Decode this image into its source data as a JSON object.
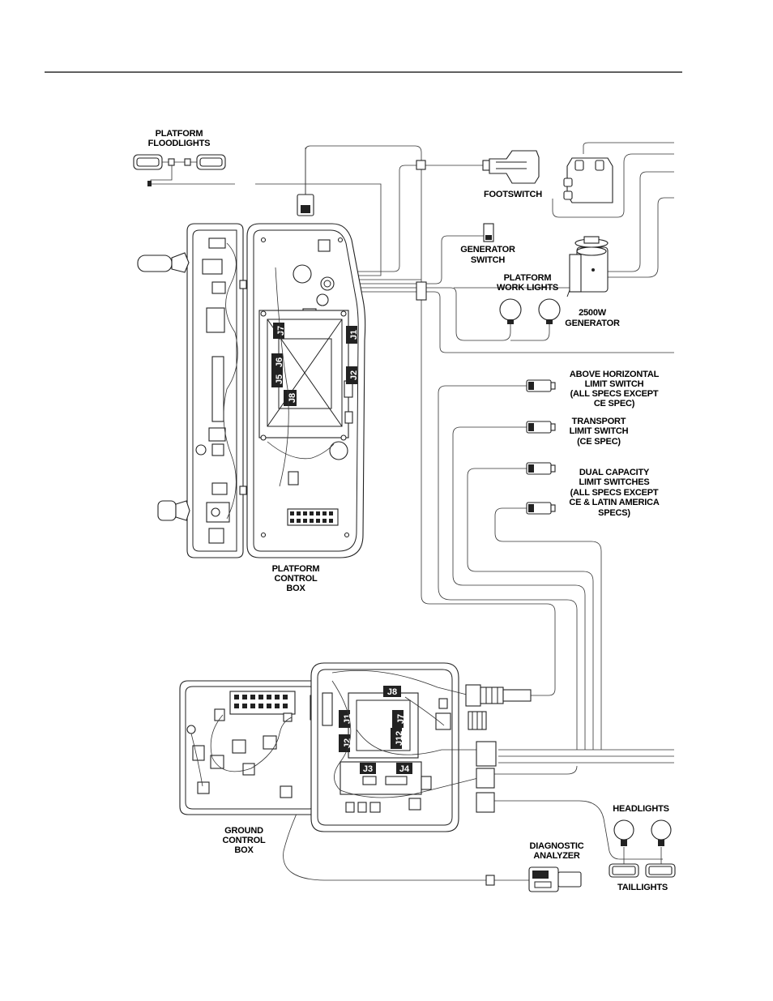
{
  "labels": {
    "platform_floodlights": [
      "PLATFORM",
      "FLOODLIGHTS"
    ],
    "footswitch": [
      "FOOTSWITCH"
    ],
    "generator_switch": [
      "GENERATOR",
      "SWITCH"
    ],
    "platform_work_lights": [
      "PLATFORM",
      "WORK LIGHTS"
    ],
    "generator_2500w": [
      "2500W",
      "GENERATOR"
    ],
    "above_horizontal_limit_switch": [
      "ABOVE HORIZONTAL",
      "LIMIT SWITCH",
      "(ALL SPECS EXCEPT",
      "CE SPEC)"
    ],
    "transport_limit_switch": [
      "TRANSPORT",
      "LIMIT SWITCH",
      "(CE SPEC)"
    ],
    "dual_capacity_limit_switches": [
      "DUAL CAPACITY",
      "LIMIT SWITCHES",
      "(ALL SPECS EXCEPT",
      "CE & LATIN AMERICA",
      "SPECS)"
    ],
    "platform_control_box": [
      "PLATFORM",
      "CONTROL",
      "BOX"
    ],
    "ground_control_box": [
      "GROUND",
      "CONTROL",
      "BOX"
    ],
    "headlights": [
      "HEADLIGHTS"
    ],
    "taillights": [
      "TAILLIGHTS"
    ],
    "diagnostic_analyzer": [
      "DIAGNOSTIC",
      "ANALYZER"
    ]
  },
  "platform_connectors": [
    "J7",
    "J1",
    "J6",
    "J5",
    "J2",
    "J8"
  ],
  "ground_connectors": [
    "J8",
    "J1",
    "J7",
    "J12",
    "J2",
    "J3",
    "J4"
  ]
}
